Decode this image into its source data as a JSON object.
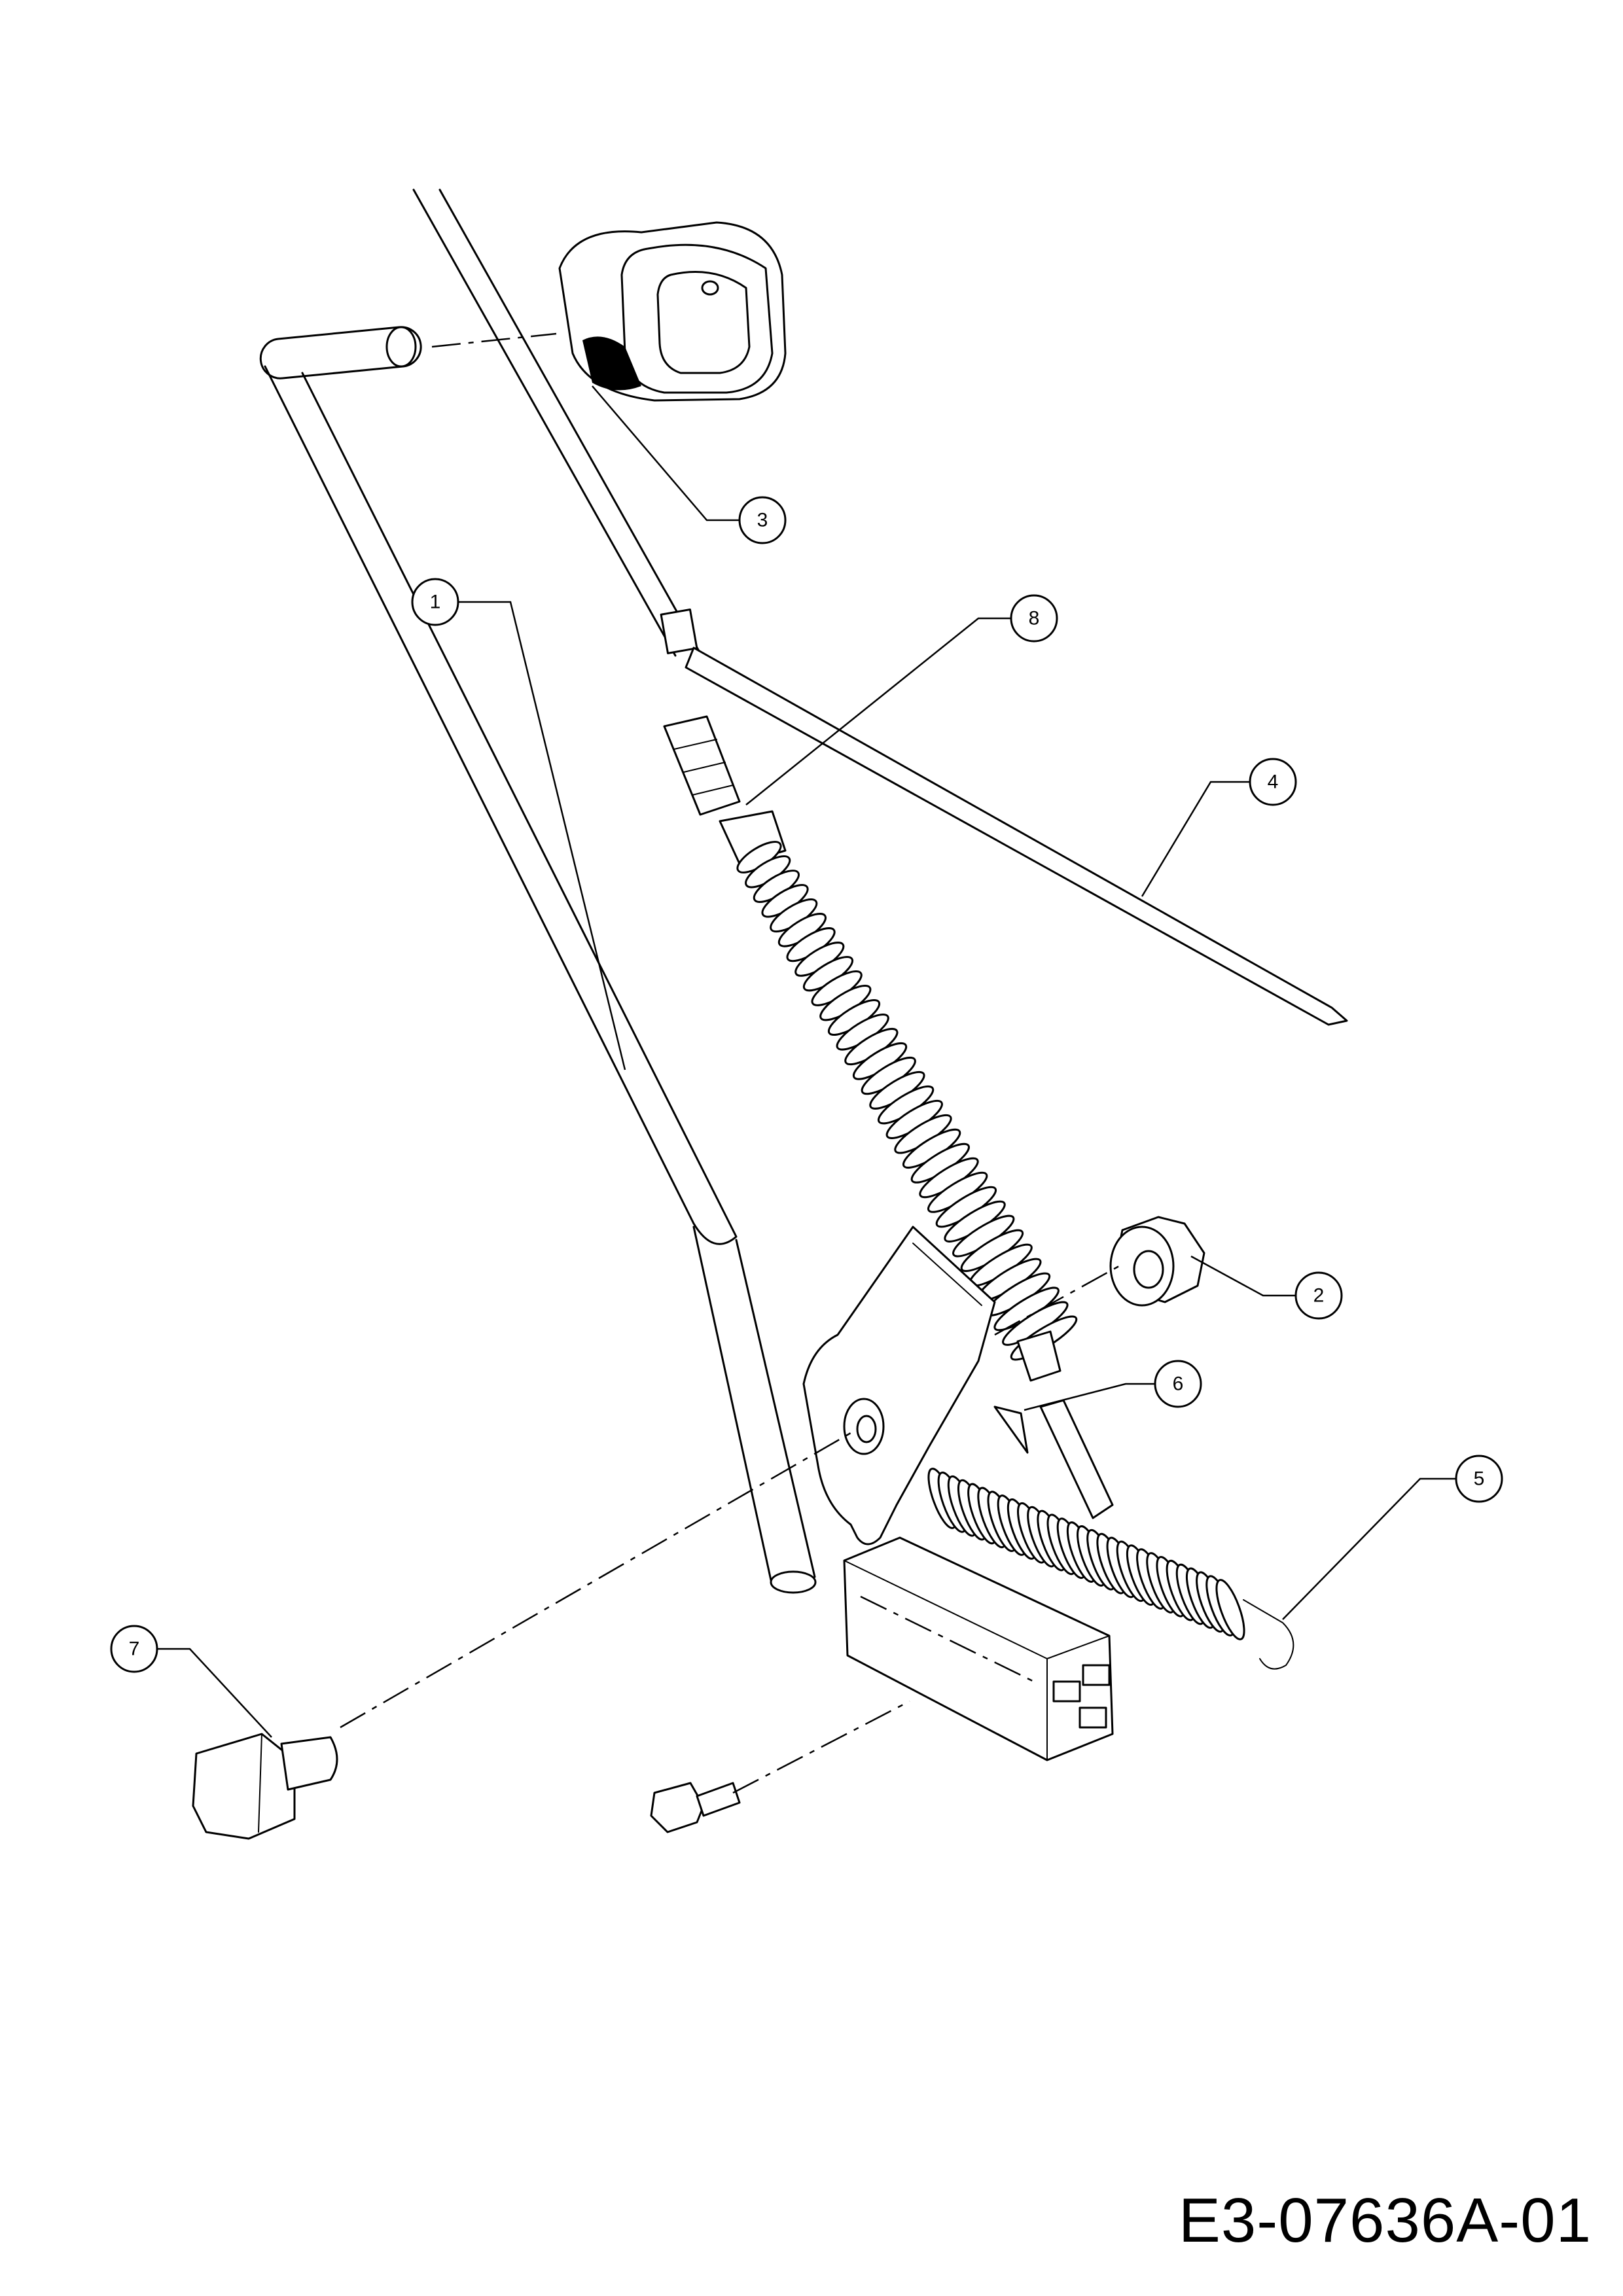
{
  "drawing": {
    "code": "E3-07636A-01"
  },
  "callouts": [
    {
      "id": "1",
      "label": "1"
    },
    {
      "id": "2",
      "label": "2"
    },
    {
      "id": "3",
      "label": "3"
    },
    {
      "id": "4",
      "label": "4"
    },
    {
      "id": "5",
      "label": "5"
    },
    {
      "id": "6",
      "label": "6"
    },
    {
      "id": "7",
      "label": "7"
    },
    {
      "id": "8",
      "label": "8"
    }
  ],
  "parts": [
    {
      "name": "handle-lever"
    },
    {
      "name": "flange-nut"
    },
    {
      "name": "handle-grip"
    },
    {
      "name": "cable-tie"
    },
    {
      "name": "extension-spring"
    },
    {
      "name": "pivot-bracket"
    },
    {
      "name": "shoulder-bolt"
    },
    {
      "name": "cable-clip"
    },
    {
      "name": "safety-switch"
    },
    {
      "name": "switch-screw"
    },
    {
      "name": "control-cable"
    }
  ]
}
